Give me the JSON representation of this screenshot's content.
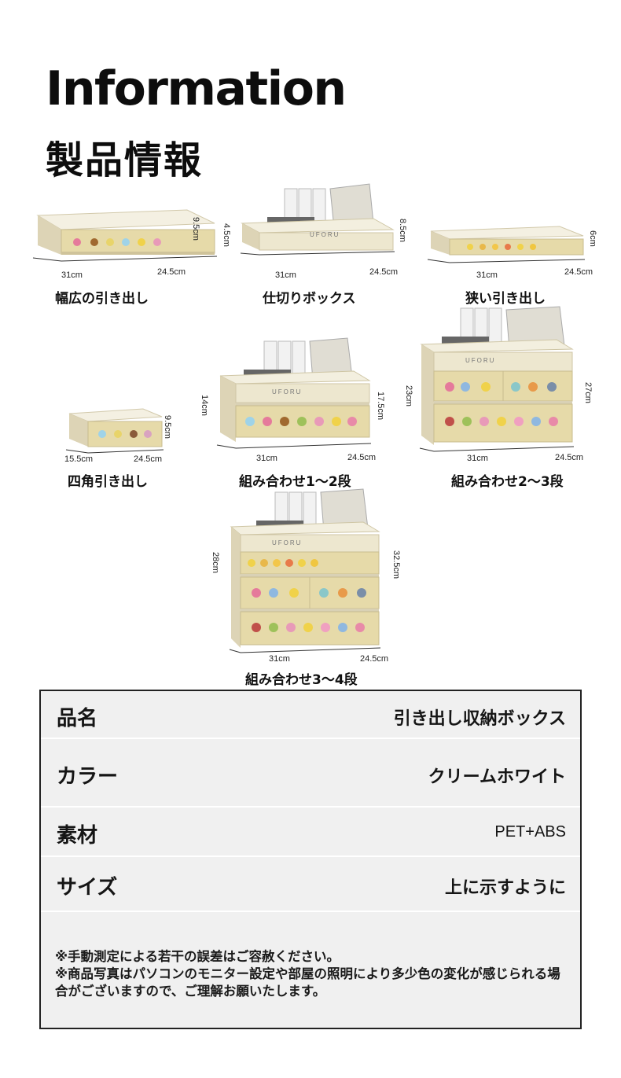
{
  "title_en": "Information",
  "title_jp": "製品情報",
  "products": [
    {
      "caption": "幅広の引き出し",
      "width": "31cm",
      "depth": "24.5cm",
      "height": "9.5cm"
    },
    {
      "caption": "仕切りボックス",
      "width": "31cm",
      "depth": "24.5cm",
      "height_front": "4.5cm",
      "height_back": "8.5cm",
      "brand": "UFORU"
    },
    {
      "caption": "狭い引き出し",
      "width": "31cm",
      "depth": "24.5cm",
      "height": "6cm"
    },
    {
      "caption": "四角引き出し",
      "width": "15.5cm",
      "depth": "24.5cm",
      "height": "9.5cm"
    },
    {
      "caption": "組み合わせ1～2段",
      "width": "31cm",
      "depth": "24.5cm",
      "height_front": "14cm",
      "height_back": "17.5cm",
      "brand": "UFORU"
    },
    {
      "caption": "組み合わせ2～3段",
      "width": "31cm",
      "depth": "24.5cm",
      "height_front": "23cm",
      "height_back": "27cm",
      "brand": "UFORU"
    },
    {
      "caption": "組み合わせ3～4段",
      "width": "31cm",
      "depth": "24.5cm",
      "height_front": "28cm",
      "height_back": "32.5cm",
      "brand": "UFORU"
    }
  ],
  "specs": [
    {
      "label": "品名",
      "value": "引き出し収納ボックス"
    },
    {
      "label": "カラー",
      "value": "クリームホワイト"
    },
    {
      "label": "素材",
      "value": "PET+ABS"
    },
    {
      "label": "サイズ",
      "value": "上に示すように"
    }
  ],
  "notes": [
    "※手動測定による若干の誤差はご容赦ください。",
    "※商品写真はパソコンのモニター設定や部屋の照明により多少色の変化が感じられる場合がございますので、ご理解お願いたします。"
  ],
  "colors": {
    "cream": "#ece6d0",
    "cream_dark": "#d9d1b5",
    "drawer_front": "#e2d7a8",
    "table_bg": "#f0f0f0",
    "border": "#222222"
  }
}
